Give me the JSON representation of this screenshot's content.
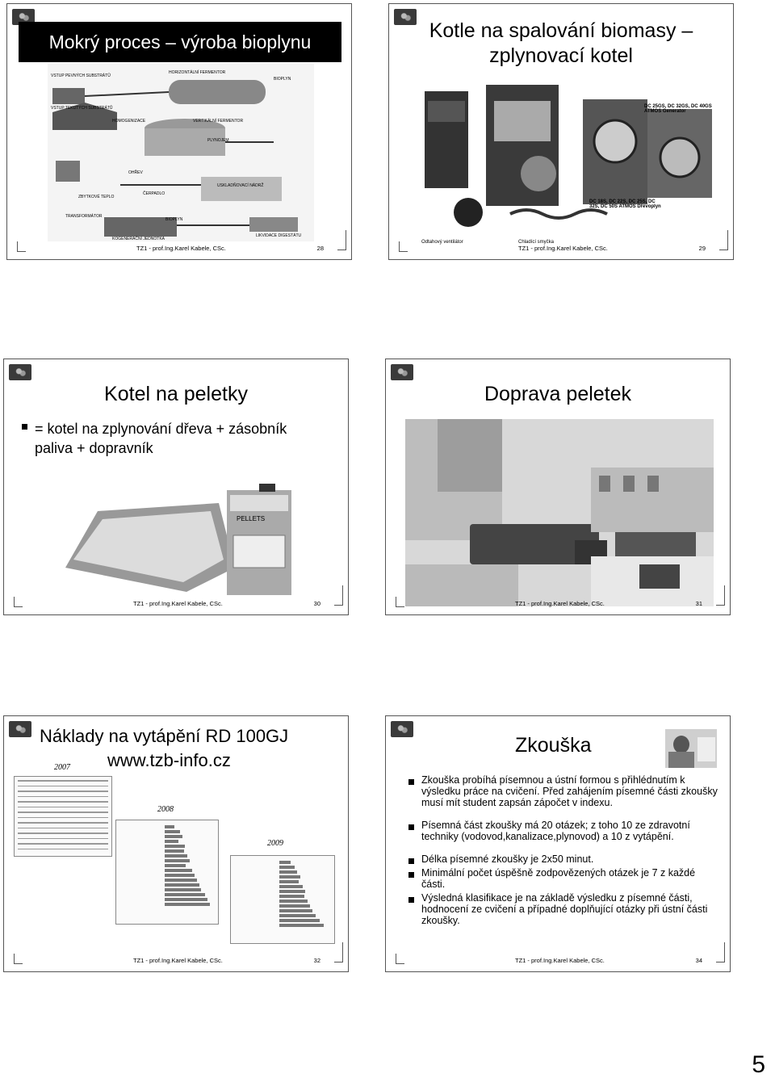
{
  "footer_author": "TZ1 - prof.Ing.Karel Kabele, CSc.",
  "slides": [
    {
      "number": "28",
      "title": "Mokrý proces – výroba bioplynu",
      "diagram_labels": {
        "vstup_pevnych": "VSTUP PEVNÝCH SUBSTRÁTŮ",
        "horizontalni": "HORIZONTÁLNÍ FERMENTOR",
        "bioplyn_top": "BIOPLYN",
        "vstup_tekutych": "VSTUP TEKUTÝCH SUBSTRÁTŮ",
        "homogenizace": "HOMOGENIZACE",
        "vertikalni": "VERTIKÁLNÍ FERMENTOR",
        "plynojem": "PLYNOJEM",
        "ohrev": "OHŘEV",
        "uskladnovaci": "USKLADŇOVACÍ NÁDRŽ",
        "zbytkove": "ZBYTKOVÉ TEPLO",
        "cerpadlo": "ČERPADLO",
        "transformator": "TRANSFORMÁTOR",
        "bioplyn_bottom": "BIOPLYN",
        "likvidace": "LIKVIDACE DIGESTÁTU",
        "kogenerace": "KOGENERAČNÍ JEDNOTKA"
      }
    },
    {
      "number": "29",
      "title": "Kotle na spalování biomasy – zplynovací kotel",
      "labels": {
        "models_top": "DC 25GS, DC 32GS, DC 40GS ATMOS Generator",
        "models_bottom": "DC 18S, DC 22S, DC 25S, DC 32S, DC 50S ATMOS Dřevoplyn",
        "fan": "Odtahový ventilátor",
        "cooling": "Chladící smyčka"
      }
    },
    {
      "number": "30",
      "title": "Kotel na peletky",
      "bullets": [
        "= kotel na zplynování dřeva + zásobník paliva + dopravník"
      ],
      "boiler_label": "PELLETS"
    },
    {
      "number": "31",
      "title": "Doprava peletek"
    },
    {
      "number": "32",
      "title_line1": "Náklady na vytápění RD 100GJ",
      "title_line2": "www.tzb-info.cz",
      "years": [
        "2007",
        "2008",
        "2009"
      ]
    },
    {
      "number": "34",
      "title": "Zkouška",
      "bullets": [
        "Zkouška probíhá písemnou a ústní formou s přihlédnutím k výsledku práce na cvičení. Před zahájením písemné části zkoušky musí mít student zapsán zápočet v indexu.",
        "Písemná část zkoušky má 20 otázek; z toho 10 ze zdravotní techniky (vodovod,kanalizace,plynovod) a 10 z vytápění.",
        "Délka písemné zkoušky je 2x50 minut.",
        "Minimální počet úspěšně zodpovězených otázek je 7 z každé části.",
        "Výsledná klasifikace je na základě výsledku z písemné části, hodnocení ze cvičení a případné doplňující otázky při ústní části zkoušky."
      ]
    }
  ],
  "page_number": "5"
}
